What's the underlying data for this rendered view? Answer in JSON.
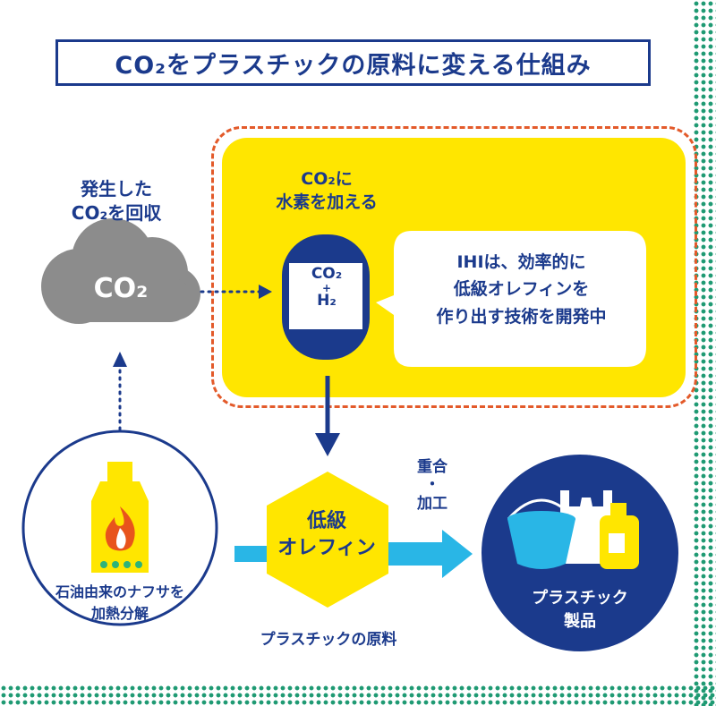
{
  "title": "CO₂をプラスチックの原料に変える仕組み",
  "co2_source": {
    "caption_line1": "発生した",
    "caption_line2": "CO₂を回収",
    "cloud_text": "CO₂"
  },
  "reaction": {
    "caption_line1": "CO₂に",
    "caption_line2": "水素を加える",
    "tank_top": "CO₂",
    "tank_plus": "+",
    "tank_bottom": "H₂"
  },
  "speech": {
    "line1": "IHIは、効率的に",
    "line2": "低級オレフィンを",
    "line3": "作り出す技術を開発中"
  },
  "olefin": {
    "line1": "低級",
    "line2": "オレフィン",
    "caption": "プラスチックの原料"
  },
  "naphtha": {
    "line1": "石油由来のナフサを",
    "line2": "加熱分解"
  },
  "process": {
    "line1": "重合",
    "dot": "・",
    "line2": "加工"
  },
  "product": {
    "line1": "プラスチック",
    "line2": "製品"
  },
  "colors": {
    "navy": "#1b3a8c",
    "yellow": "#ffe600",
    "dashed_border": "#e35a2a",
    "arrow_cyan": "#29b6e6",
    "cloud_gray": "#8c8c8c",
    "dot_green": "#1f9a73"
  }
}
